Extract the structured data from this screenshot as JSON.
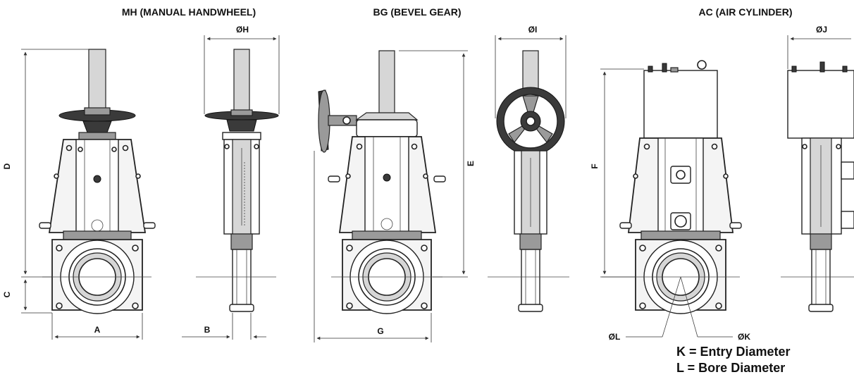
{
  "titles": {
    "mh": "MH (MANUAL HANDWHEEL)",
    "bg": "BG (BEVEL GEAR)",
    "ac": "AC (AIR CYLINDER)"
  },
  "dimensions": {
    "A": "A",
    "B": "B",
    "C": "C",
    "D": "D",
    "E": "E",
    "F": "F",
    "G": "G",
    "H": "ØH",
    "I": "ØI",
    "J": "ØJ",
    "K": "ØK",
    "L": "ØL"
  },
  "legend": {
    "k": "K = Entry Diameter",
    "l": "L = Bore Diameter"
  }
}
